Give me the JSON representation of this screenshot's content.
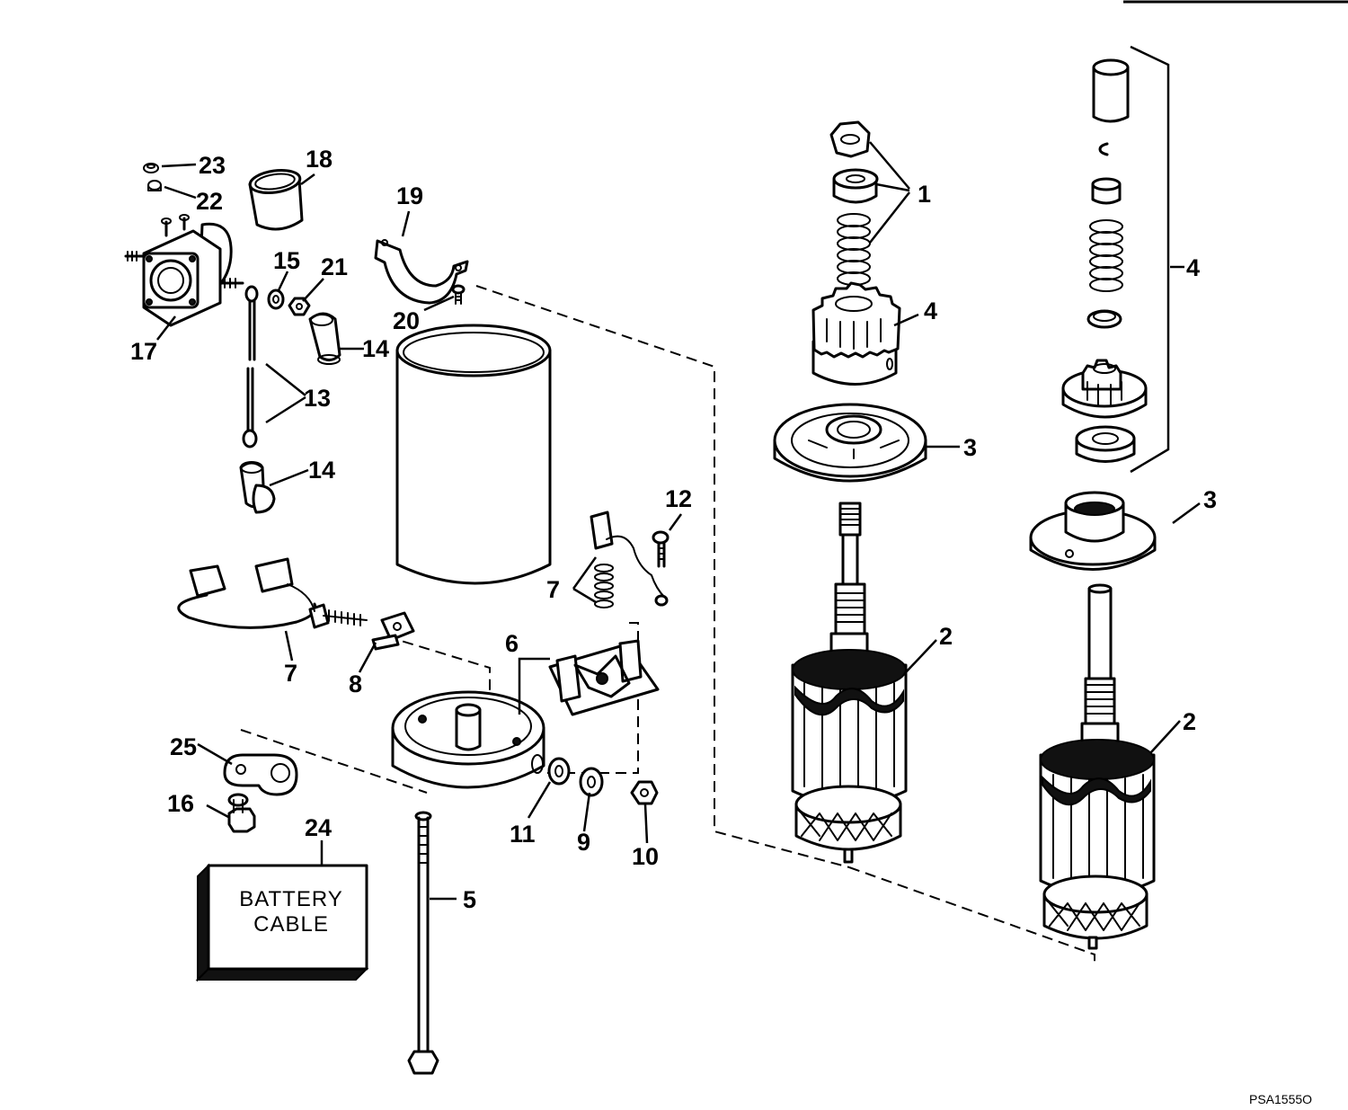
{
  "parts": [
    {
      "id": "label-1",
      "text": "1"
    },
    {
      "id": "label-2a",
      "text": "2"
    },
    {
      "id": "label-2b",
      "text": "2"
    },
    {
      "id": "label-3a",
      "text": "3"
    },
    {
      "id": "label-3b",
      "text": "3"
    },
    {
      "id": "label-4a",
      "text": "4"
    },
    {
      "id": "label-4b",
      "text": "4"
    },
    {
      "id": "label-5",
      "text": "5"
    },
    {
      "id": "label-6",
      "text": "6"
    },
    {
      "id": "label-7a",
      "text": "7"
    },
    {
      "id": "label-7b",
      "text": "7"
    },
    {
      "id": "label-8",
      "text": "8"
    },
    {
      "id": "label-9",
      "text": "9"
    },
    {
      "id": "label-10",
      "text": "10"
    },
    {
      "id": "label-11",
      "text": "11"
    },
    {
      "id": "label-12",
      "text": "12"
    },
    {
      "id": "label-13",
      "text": "13"
    },
    {
      "id": "label-14a",
      "text": "14"
    },
    {
      "id": "label-14b",
      "text": "14"
    },
    {
      "id": "label-15",
      "text": "15"
    },
    {
      "id": "label-16",
      "text": "16"
    },
    {
      "id": "label-17",
      "text": "17"
    },
    {
      "id": "label-18",
      "text": "18"
    },
    {
      "id": "label-19",
      "text": "19"
    },
    {
      "id": "label-20",
      "text": "20"
    },
    {
      "id": "label-21",
      "text": "21"
    },
    {
      "id": "label-22",
      "text": "22"
    },
    {
      "id": "label-23",
      "text": "23"
    },
    {
      "id": "label-24",
      "text": "24"
    },
    {
      "id": "label-25",
      "text": "25"
    }
  ],
  "battery_box": {
    "line1": "BATTERY",
    "line2": "CABLE"
  },
  "drawing_ref": "PSA1555O"
}
